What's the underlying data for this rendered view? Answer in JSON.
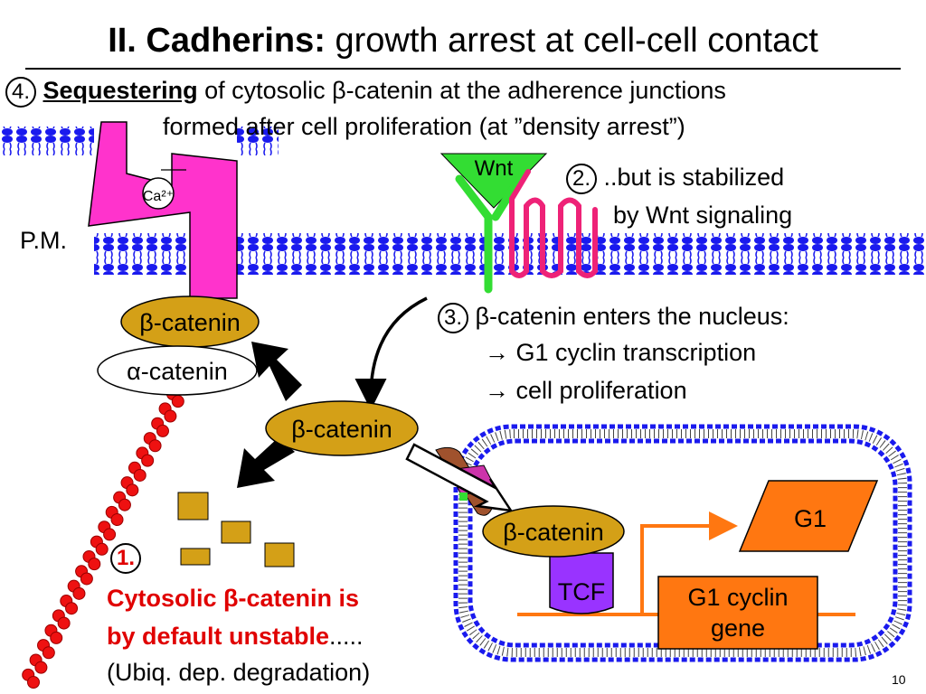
{
  "title": {
    "bold": "II. Cadherins:",
    "rest": " growth arrest at cell-cell contact"
  },
  "step4": {
    "num": "4.",
    "keyword": "Sequestering",
    "text1": " of cytosolic β-catenin at the adherence junctions",
    "text2": "formed after cell proliferation (at ”density arrest”)"
  },
  "step2": {
    "num": "2.",
    "line1": "..but is stabilized",
    "line2": "by Wnt signaling"
  },
  "step3": {
    "num": "3.",
    "line1": "β-catenin enters the nucleus:",
    "line2": "→ G1 cyclin transcription",
    "line3": "→ cell proliferation"
  },
  "step1": {
    "num": "1.",
    "line1": "Cytosolic β-catenin is",
    "line2_red": "by default unstable",
    "line2_dots": ".....",
    "line3": "(Ubiq. dep. degradation)"
  },
  "labels": {
    "pm": "P.M.",
    "ca": "Ca²⁺",
    "wnt": "Wnt",
    "beta_membrane": "β-catenin",
    "alpha": "α-catenin",
    "beta_cytosol": "β-catenin",
    "beta_nucleus": "β-catenin",
    "tcf": "TCF",
    "g1": "G1",
    "g1_gene_1": "G1 cyclin",
    "g1_gene_2": "gene"
  },
  "page_number": "10",
  "colors": {
    "cadherin": "#ff33cc",
    "catenin": "#d4a017",
    "membrane": "#1a1aee",
    "wnt": "#33dd33",
    "receptor": "#ee2277",
    "tcf": "#9933ff",
    "gene": "#ff7711",
    "actin": "#ee1111"
  }
}
